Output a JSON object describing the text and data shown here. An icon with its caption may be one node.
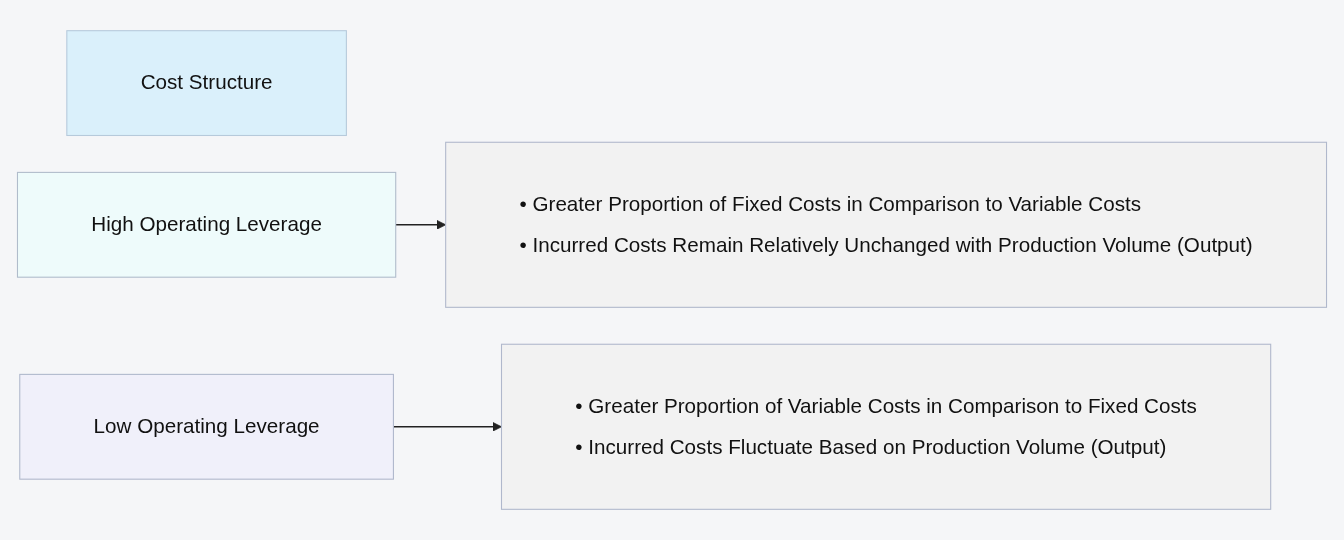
{
  "diagram": {
    "nodes": [
      {
        "text": [
          "Cost Structure"
        ]
      },
      {
        "text": [
          "High Operating Leverage"
        ]
      },
      {
        "text": [
          "• Greater Proportion of Fixed Costs in Comparison to Variable Costs",
          "• Incurred Costs Remain Relatively Unchanged with Production Volume (Output)"
        ]
      },
      {
        "text": [
          "Low Operating Leverage"
        ]
      },
      {
        "text": [
          "• Greater Proportion of Variable Costs in Comparison to Fixed Costs",
          "• Incurred Costs Fluctuate Based on Production Volume (Output)"
        ]
      }
    ],
    "edges": [
      {
        "from": 1,
        "to": 2,
        "arrow": "to"
      },
      {
        "from": 3,
        "to": 4,
        "arrow": "to"
      }
    ]
  }
}
